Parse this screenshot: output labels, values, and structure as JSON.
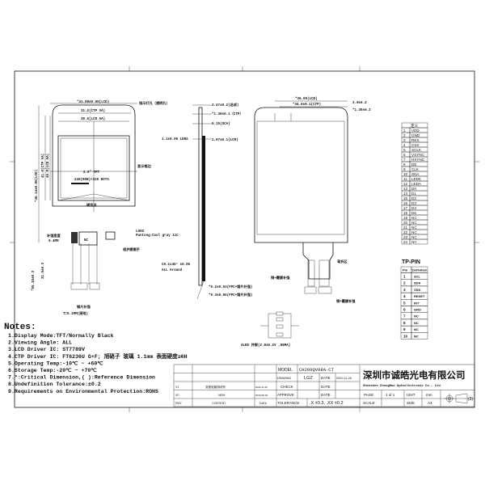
{
  "drawing": {
    "front": {
      "top_dim": "*41.88±0.05(LCD)",
      "dim2": "31.2(CTP VA)",
      "dim3": "30.6(LCD AA)",
      "indicator": "指示灯孔（透明孔）",
      "size": "2.0\" TPT",
      "resolution": "240(RGB)×320 DOTS",
      "height_dim": "*45.14±0.05(LCD)",
      "dim_h2": "41.0(CTP VA)",
      "dim_h3": "40.8(LCD AA)",
      "bond": "绑定点",
      "frame": "显示框边",
      "led": "LOGO",
      "pantone": "Pantong:Cool gray 11C",
      "protect": "保护膜撕手",
      "nc": "NC",
      "stiff_label": "补强宽度",
      "stiff_val": "0.4MM",
      "fpc_len": "*55.35±0.3",
      "fpc_len2": "31.9±0.3",
      "stiffener": "钢片补强",
      "stiff_t": "T=0.1MM(接地)"
    },
    "side": {
      "d1": "3.47±0.2(总成)",
      "d2": "*1.36±0.1（CTP）",
      "d3": "0.15(OCA)",
      "d4": "1.97±0.1(LCM)",
      "lens": "1.1±0.05 LENS",
      "chamfer": "C0.1x45° ±0.05",
      "chamfer2": "ALL Around",
      "fpc1": "*0.2±0.03(FPC+钢片补强)",
      "fpc2": "*0.3±0.05(FPC+钢片补强)"
    },
    "back": {
      "w1": "*36.05(LCD)",
      "w2": "*34.6±0.1(CTP)",
      "r1": "3.0±0.2",
      "r2": "*1.35±0.2",
      "bend": "弯折区",
      "warn1": "铜+覆膜补强",
      "warn2": "铜+覆膜补强",
      "led_text": "4LED 并联(2.8±0.2V ,80MA)"
    }
  },
  "pin_table": {
    "header": "定义",
    "pins": [
      {
        "no": "1",
        "name": "VDD"
      },
      {
        "no": "2",
        "name": "GND"
      },
      {
        "no": "3",
        "name": "RES"
      },
      {
        "no": "4",
        "name": "CSX"
      },
      {
        "no": "5",
        "name": "SCLK"
      },
      {
        "no": "6",
        "name": "VSYNC"
      },
      {
        "no": "7",
        "name": "HSYNC"
      },
      {
        "no": "8",
        "name": "DE"
      },
      {
        "no": "9",
        "name": "CLK"
      },
      {
        "no": "10",
        "name": "SDA"
      },
      {
        "no": "11",
        "name": "LEDK"
      },
      {
        "no": "12",
        "name": "LEDA"
      },
      {
        "no": "13",
        "name": "D0"
      },
      {
        "no": "14",
        "name": "D1"
      },
      {
        "no": "15",
        "name": "D2"
      },
      {
        "no": "16",
        "name": "D3"
      },
      {
        "no": "17",
        "name": "D4"
      },
      {
        "no": "18",
        "name": "D5"
      },
      {
        "no": "19",
        "name": "NC"
      },
      {
        "no": "20",
        "name": "NC"
      },
      {
        "no": "21",
        "name": "NC"
      },
      {
        "no": "22",
        "name": "NC"
      },
      {
        "no": "23",
        "name": "NC"
      },
      {
        "no": "24",
        "name": "NC"
      }
    ]
  },
  "tp_table": {
    "title": "TP-PIN",
    "col_pin": "Pin",
    "col_def": "Definition",
    "pins": [
      {
        "no": "1",
        "name": "SCL"
      },
      {
        "no": "2",
        "name": "SDA"
      },
      {
        "no": "3",
        "name": "VDD"
      },
      {
        "no": "4",
        "name": "RESET"
      },
      {
        "no": "5",
        "name": "INT"
      },
      {
        "no": "6",
        "name": "GND"
      },
      {
        "no": "7",
        "name": "NC"
      },
      {
        "no": "8",
        "name": "NC"
      },
      {
        "no": "9",
        "name": "NC"
      },
      {
        "no": "10",
        "name": "NC"
      }
    ]
  },
  "notes": {
    "title": "Notes:",
    "items": [
      "1.Display Mode:TFT/Normally Black",
      "2.Viewing Angle: ALL",
      "3.LCD Driver IC: ST7789V",
      "4.CTP Driver IC: FT6236U G+F; 旭硝子 玻璃 1.1mm 表面硬度≥6H",
      "5.Operating Temp:-10℃ ~ +60℃",
      "6.Storage Temp:-20℃ ~ +70℃",
      "7.*:Critical Dimension,( ):Reference Dimension",
      "8.Undefinition Tolerance:±0.2",
      "9.Requirements on Environmental Protection:ROHS"
    ]
  },
  "title_block": {
    "rev_rows": [
      {
        "rev": "V1",
        "content": "变更电路排线号",
        "date": "2020.11.26"
      },
      {
        "rev": "V0",
        "content": "NEW",
        "date": "2019.08.28"
      }
    ],
    "rev_label": "REV.",
    "content_label": "CONTENT",
    "data_label": "DATA",
    "model_label": "MODEL",
    "model": "CH200QV08A-CT",
    "drawing_label": "DRAWING",
    "drawing": "LGZ",
    "date_label": "DATE",
    "date": "2020.11.26",
    "check_label": "CHECK",
    "approve_label": "APPROVE",
    "tolerance_label": "TOLERANCE",
    "tolerance": ".X ±0.3, .XX ±0.2",
    "company_cn": "深圳市诚皓光电有限公司",
    "company_en": "Shenzhen ChengHao Optoelectronic Co., Ltd.",
    "page_label": "PAGE",
    "page": "1 of 1",
    "unit_label": "UNIT",
    "unit": "mm",
    "scale_label": "SCALE",
    "size_label": "SIZE",
    "size": "A4",
    "projection": "(3)"
  }
}
